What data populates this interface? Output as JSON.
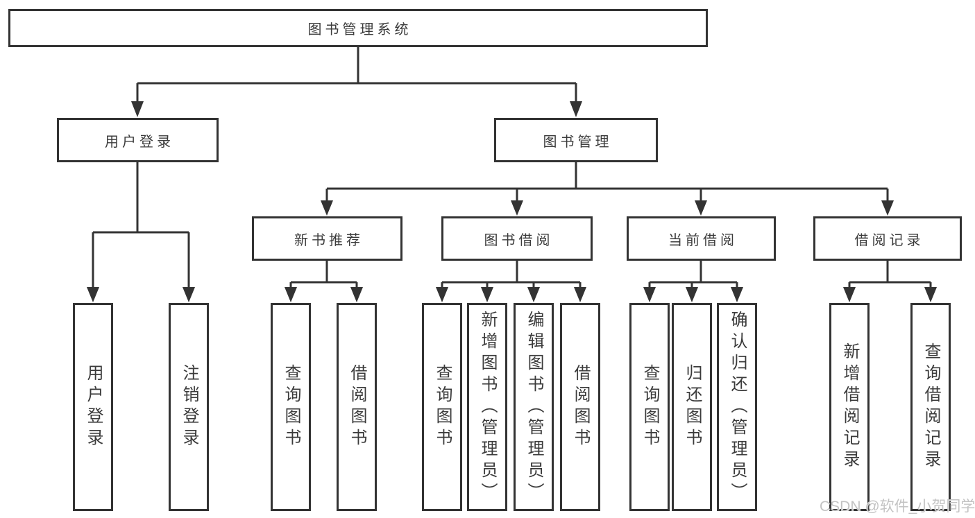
{
  "diagram": {
    "title": "图书管理系统",
    "branches": [
      {
        "label": "用户登录",
        "children": [
          {
            "label": "用户登录"
          },
          {
            "label": "注销登录"
          }
        ]
      },
      {
        "label": "图书管理",
        "children": [
          {
            "label": "新书推荐",
            "children": [
              {
                "label": "查询图书"
              },
              {
                "label": "借阅图书"
              }
            ]
          },
          {
            "label": "图书借阅",
            "children": [
              {
                "label": "查询图书"
              },
              {
                "label": "新增图书（管理员）"
              },
              {
                "label": "编辑图书（管理员）"
              },
              {
                "label": "借阅图书"
              }
            ]
          },
          {
            "label": "当前借阅",
            "children": [
              {
                "label": "查询图书"
              },
              {
                "label": "归还图书"
              },
              {
                "label": "确认归还（管理员）"
              }
            ]
          },
          {
            "label": "借阅记录",
            "children": [
              {
                "label": "新增借阅记录"
              },
              {
                "label": "查询借阅记录"
              }
            ]
          }
        ]
      }
    ]
  },
  "watermark": {
    "text": "CSDN @软件_小贺同学"
  },
  "colors": {
    "line": "#333333",
    "box_fill": "#ffffff",
    "text": "#3b3b3b",
    "watermark": "#c3c3c3"
  }
}
